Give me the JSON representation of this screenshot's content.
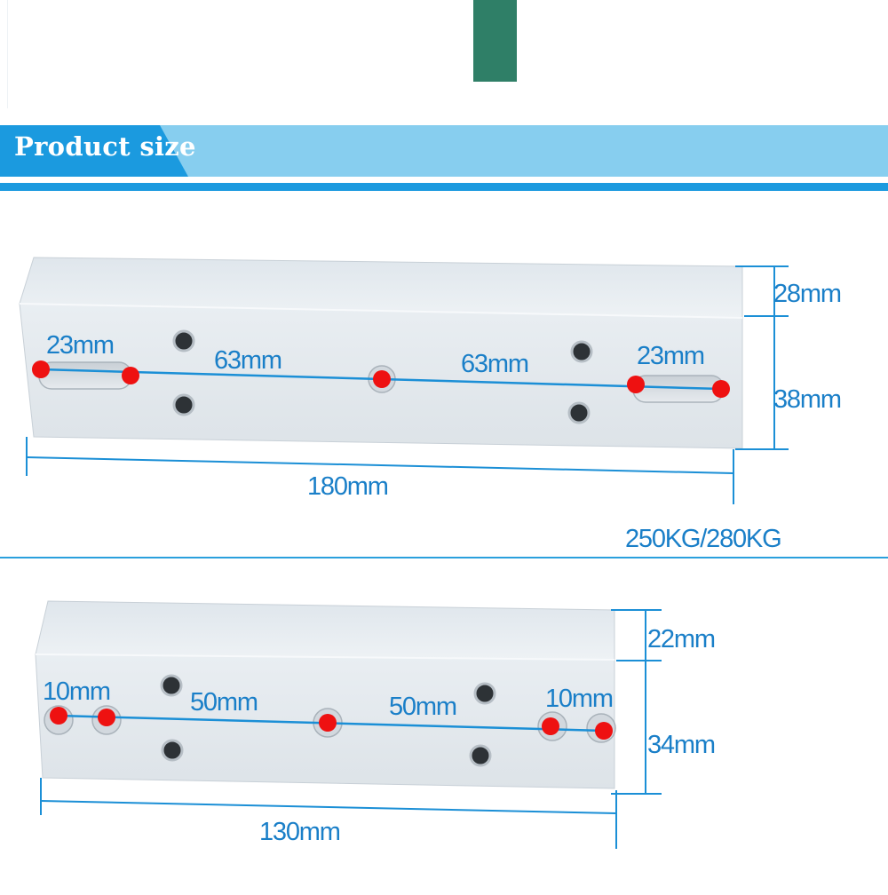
{
  "banner": {
    "title": "Product size"
  },
  "bracket_large": {
    "spacing_left": "23mm",
    "spacing_mid_left": "63mm",
    "spacing_mid_right": "63mm",
    "spacing_right": "23mm",
    "height_top": "28mm",
    "height_front": "38mm",
    "length": "180mm",
    "load_rating": "250KG/280KG"
  },
  "bracket_small": {
    "spacing_left": "10mm",
    "spacing_mid_left": "50mm",
    "spacing_mid_right": "50mm",
    "spacing_right": "10mm",
    "height_top": "22mm",
    "height_front": "34mm",
    "length": "130mm"
  },
  "colors": {
    "accent_blue": "#1b9adf",
    "banner_light": "#87ceef",
    "dimension_text": "#1a7fc8",
    "marker_red": "#ee1111"
  }
}
